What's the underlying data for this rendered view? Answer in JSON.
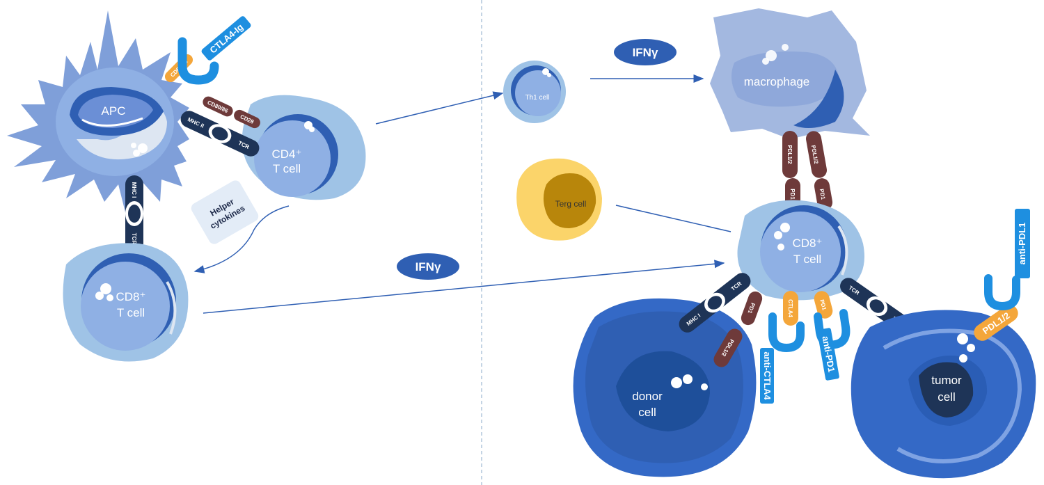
{
  "cells": {
    "apc": "APC",
    "cd4_line1": "CD4⁺",
    "cd4_line2": "T cell",
    "cd8_left_line1": "CD8⁺",
    "cd8_left_line2": "T cell",
    "th1": "Th1 cell",
    "macrophage": "macrophage",
    "terg": "Terg cell",
    "cd8_right_line1": "CD8⁺",
    "cd8_right_line2": "T cell",
    "donor_line1": "donor",
    "donor_line2": "cell",
    "tumor_line1": "tumor",
    "tumor_line2": "cell"
  },
  "molecules": {
    "cd80_86": "CD80/86",
    "ctla4_ig": "CTLA4-Ig",
    "cd80_86_small": "CD80/86",
    "cd28": "CD28",
    "mhc_ii": "MHC II",
    "tcr": "TCR",
    "mhc_i": "MHC I",
    "pdl1_2": "PDL1/2",
    "pd1": "PD1",
    "ctla4": "CTLA4",
    "anti_ctla4": "anti-CTLA4",
    "anti_pd1": "anti-PD1",
    "anti_pdl1": "anti-PDL1",
    "pdl1_2_tag": "PDL1/2"
  },
  "labels": {
    "helper_line1": "Helper",
    "helper_line2": "cytokines",
    "ifn_left": "IFNγ",
    "ifn_top": "IFNγ"
  },
  "colors": {
    "dark_navy": "#1e3457",
    "mid_blue": "#2f5fb3",
    "light_blue": "#9fc3e6",
    "cell_blue": "#7f9fd9",
    "tumor_blue": "#3469c6",
    "brown": "#6e3a3a",
    "orange": "#f4a63a",
    "bright_blue": "#1e8fe0",
    "yellow": "#fbd46a",
    "ochre": "#b8860b"
  }
}
